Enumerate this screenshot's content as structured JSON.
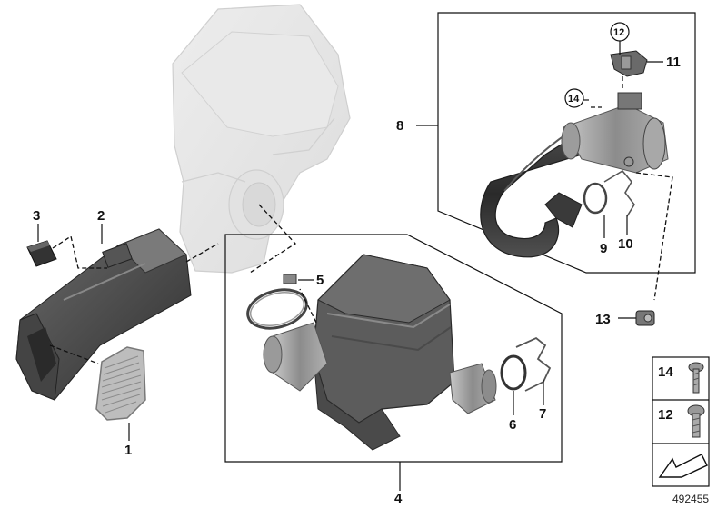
{
  "callouts": {
    "c1": "1",
    "c2": "2",
    "c3": "3",
    "c4": "4",
    "c5": "5",
    "c6": "6",
    "c7": "7",
    "c8": "8",
    "c9": "9",
    "c10": "10",
    "c11": "11",
    "c12": "12",
    "c13": "13",
    "c14": "14"
  },
  "legend": {
    "item14": "14",
    "item12": "12"
  },
  "reference_number": "492455",
  "colors": {
    "ghost_part": "#e6e6e6",
    "dark_rubber": "#3a3a3a",
    "metal_grey": "#9a9a9a",
    "lines": "#111111"
  }
}
